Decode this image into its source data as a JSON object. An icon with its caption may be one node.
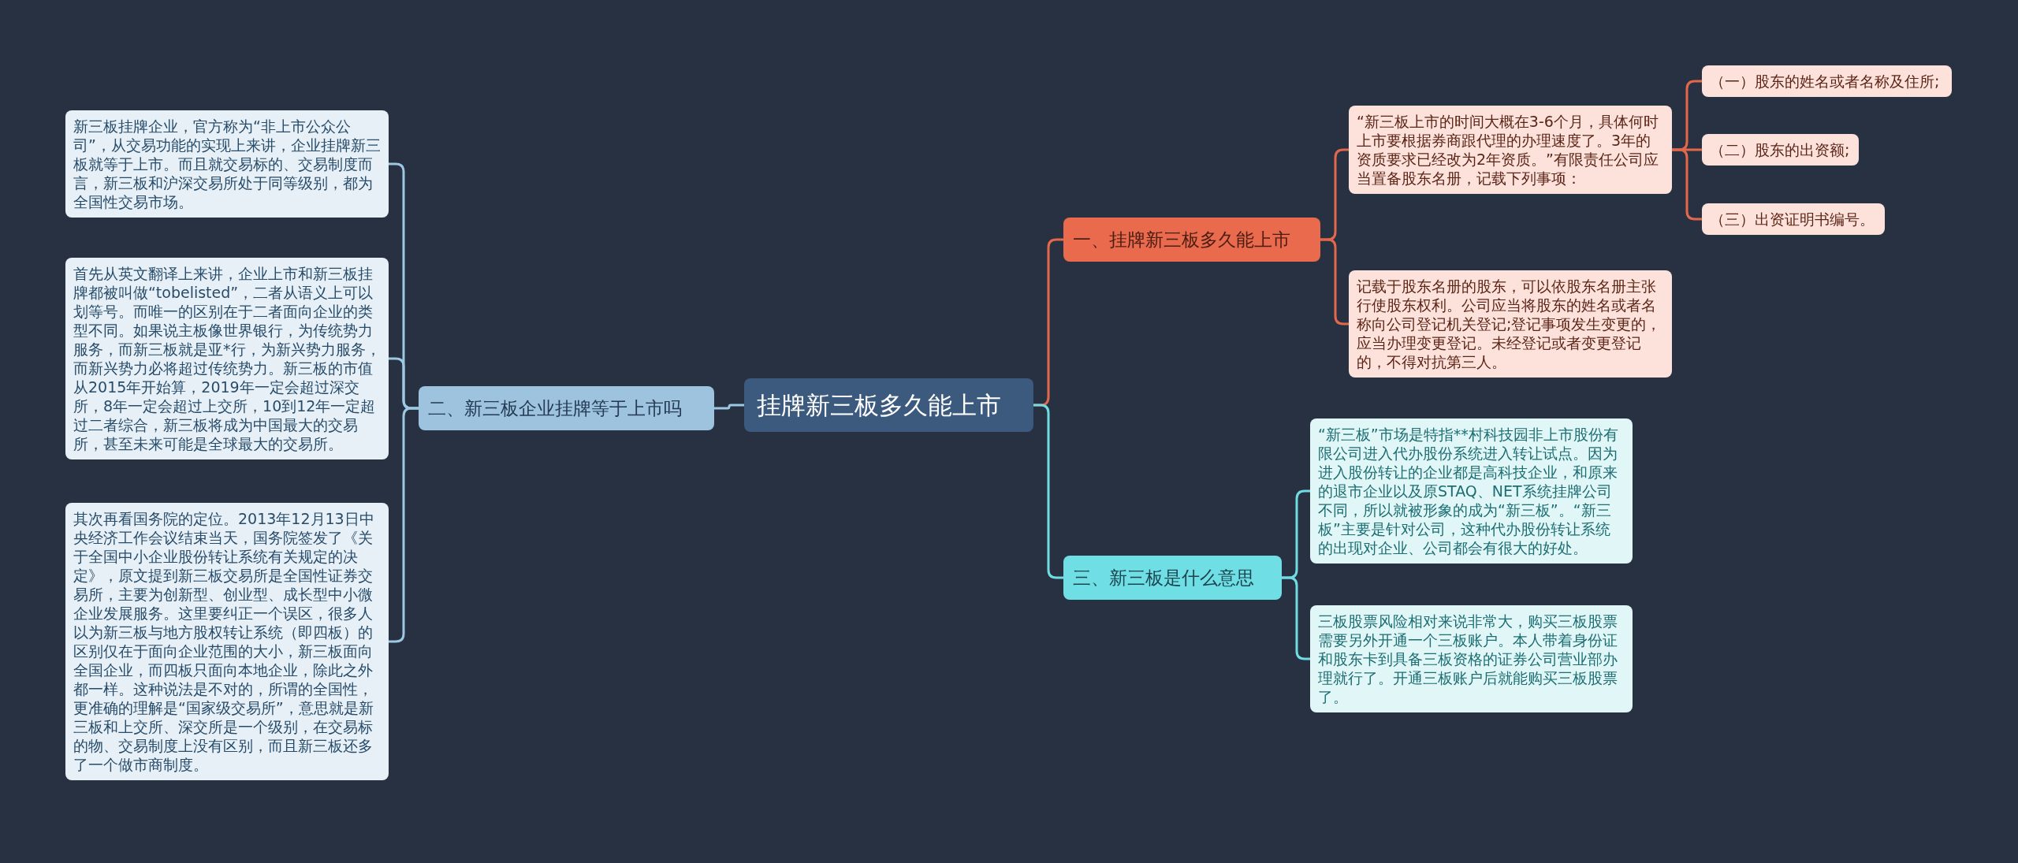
{
  "diagram": {
    "nodes": [
      {
        "text": [
          "挂牌新三板多久能上市"
        ]
      },
      {
        "text": [
          "一、挂牌新三板多久能上市"
        ]
      },
      {
        "text": [
          "“新三板上市的时间大概在3-6个月，具体何时上市要根据券商跟代理的办理速度了。3年的资质要求已经改为2年资质。”有限责任公司应当置备股东名册，记载下列事项："
        ]
      },
      {
        "text": [
          "（一）股东的姓名或者名称及住所;"
        ]
      },
      {
        "text": [
          "（二）股东的出资额;"
        ]
      },
      {
        "text": [
          "（三）出资证明书编号。"
        ]
      },
      {
        "text": [
          "记载于股东名册的股东，可以依股东名册主张行使股东权利。公司应当将股东的姓名或者名称向公司登记机关登记;登记事项发生变更的，应当办理变更登记。未经登记或者变更登记的，不得对抗第三人。"
        ]
      },
      {
        "text": [
          "二、新三板企业挂牌等于上市吗"
        ]
      },
      {
        "text": [
          "新三板挂牌企业，官方称为“非上市公众公司”，从交易功能的实现上来讲，企业挂牌新三板就等于上市。而且就交易标的、交易制度而言，新三板和沪深交易所处于同等级别，都为全国性交易市场。"
        ]
      },
      {
        "text": [
          "首先从英文翻译上来讲，企业上市和新三板挂牌都被叫做“tobelisted”，二者从语义上可以划等号。而唯一的区别在于二者面向企业的类型不同。如果说主板像世界银行，为传统势力服务，而新三板就是亚*行，为新兴势力服务，而新兴势力必将超过传统势力。新三板的市值从2015年开始算，2019年一定会超过深交所，8年一定会超过上交所，10到12年一定超过二者综合，新三板将成为中国最大的交易所，甚至未来可能是全球最大的交易所。"
        ]
      },
      {
        "text": [
          "其次再看国务院的定位。2013年12月13日中央经济工作会议结束当天，国务院签发了《关于全国中小企业股份转让系统有关规定的决定》，原文提到新三板交易所是全国性证券交易所，主要为创新型、创业型、成长型中小微企业发展服务。这里要纠正一个误区，很多人以为新三板与地方股权转让系统（即四板）的区别仅在于面向企业范围的大小，新三板面向全国企业，而四板只面向本地企业，除此之外都一样。这种说法是不对的，所谓的全国性，更准确的理解是“国家级交易所”，意思就是新三板和上交所、深交所是一个级别，在交易标的物、交易制度上没有区别，而且新三板还多了一个做市商制度。"
        ]
      },
      {
        "text": [
          "三、新三板是什么意思"
        ]
      },
      {
        "text": [
          "“新三板”市场是特指**村科技园非上市股份有限公司进入代办股份系统进入转让试点。因为进入股份转让的企业都是高科技企业，和原来的退市企业以及原STAQ、NET系统挂牌公司不同，所以就被形象的成为“新三板”。“新三板”主要是针对公司，这种代办股份转让系统的出现对企业、公司都会有很大的好处。"
        ]
      },
      {
        "text": [
          "三板股票风险相对来说非常大，购买三板股票需要另外开通一个三板账户。本人带着身份证和股东卡到具备三板资格的证券公司营业部办理就行了。开通三板账户后就能购买三板股票了。"
        ]
      }
    ],
    "edges": [
      {
        "from": 0,
        "to": 1,
        "arrow": "none",
        "color": "#e3684b"
      },
      {
        "from": 1,
        "to": 2,
        "arrow": "none",
        "color": "#e3684b"
      },
      {
        "from": 2,
        "to": 3,
        "arrow": "none",
        "color": "#e3684b"
      },
      {
        "from": 2,
        "to": 4,
        "arrow": "none",
        "color": "#e3684b"
      },
      {
        "from": 2,
        "to": 5,
        "arrow": "none",
        "color": "#e3684b"
      },
      {
        "from": 1,
        "to": 6,
        "arrow": "none",
        "color": "#e3684b"
      },
      {
        "from": 0,
        "to": 7,
        "arrow": "none",
        "color": "#9cc8e2"
      },
      {
        "from": 7,
        "to": 8,
        "arrow": "none",
        "color": "#9cc8e2"
      },
      {
        "from": 7,
        "to": 9,
        "arrow": "none",
        "color": "#9cc8e2"
      },
      {
        "from": 7,
        "to": 10,
        "arrow": "none",
        "color": "#9cc8e2"
      },
      {
        "from": 0,
        "to": 11,
        "arrow": "none",
        "color": "#6fdbe2"
      },
      {
        "from": 11,
        "to": 12,
        "arrow": "none",
        "color": "#6fdbe2"
      },
      {
        "from": 11,
        "to": 13,
        "arrow": "none",
        "color": "#6fdbe2"
      }
    ]
  }
}
